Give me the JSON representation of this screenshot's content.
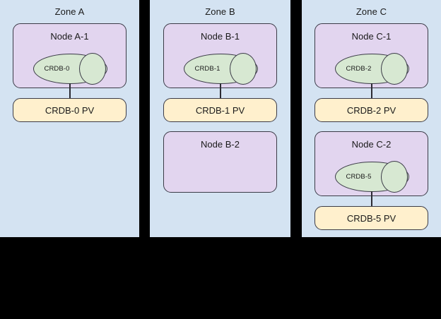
{
  "diagram": {
    "background_color": "#000000",
    "zone_fill": "#d4e3f2",
    "node_fill": "#e2d5ef",
    "db_fill": "#d7e8d2",
    "pv_fill": "#fff0cd",
    "stroke": "#3b3b47"
  },
  "zones": [
    {
      "title": "Zone A",
      "nodes": [
        {
          "title": "Node A-1",
          "database": "CRDB-0",
          "pv": "CRDB-0 PV"
        }
      ]
    },
    {
      "title": "Zone B",
      "nodes": [
        {
          "title": "Node B-1",
          "database": "CRDB-1",
          "pv": "CRDB-1 PV"
        },
        {
          "title": "Node B-2",
          "database": "",
          "pv": ""
        }
      ]
    },
    {
      "title": "Zone C",
      "nodes": [
        {
          "title": "Node C-1",
          "database": "CRDB-2",
          "pv": "CRDB-2 PV"
        },
        {
          "title": "Node C-2",
          "database": "CRDB-5",
          "pv": "CRDB-5 PV"
        }
      ]
    }
  ]
}
